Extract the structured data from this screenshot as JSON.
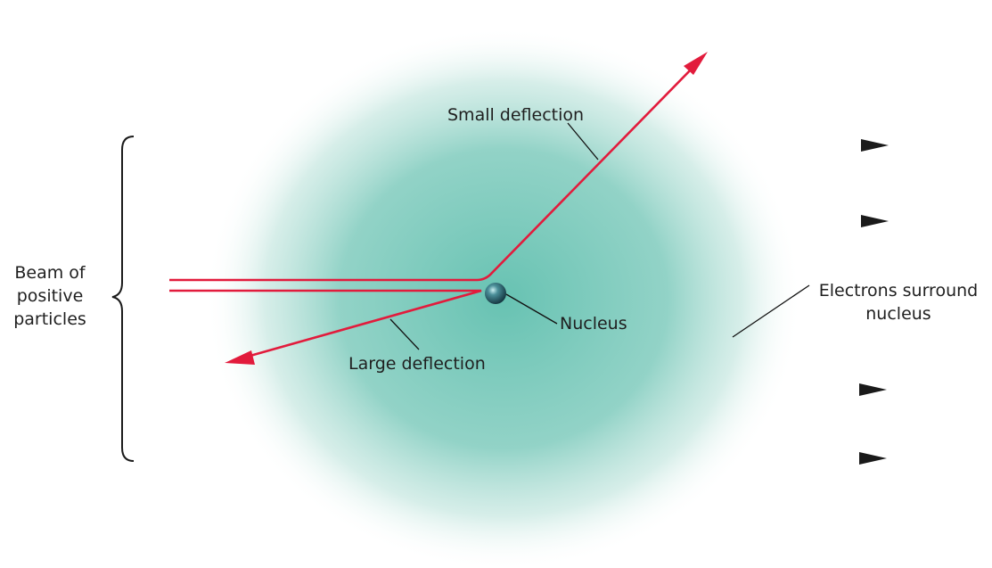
{
  "labels": {
    "beam_line1": "Beam of",
    "beam_line2": "positive",
    "beam_line3": "particles",
    "small_deflection": "Small deflection",
    "large_deflection": "Large deflection",
    "nucleus": "Nucleus",
    "electrons_line1": "Electrons surround",
    "electrons_line2": "nucleus"
  },
  "colors": {
    "cloud": "#5fbfae",
    "deflected_path": "#e21b3c",
    "beam_arrow": "#1a1a1a",
    "nucleus": "#2e6f79",
    "leader_line": "#111111"
  }
}
